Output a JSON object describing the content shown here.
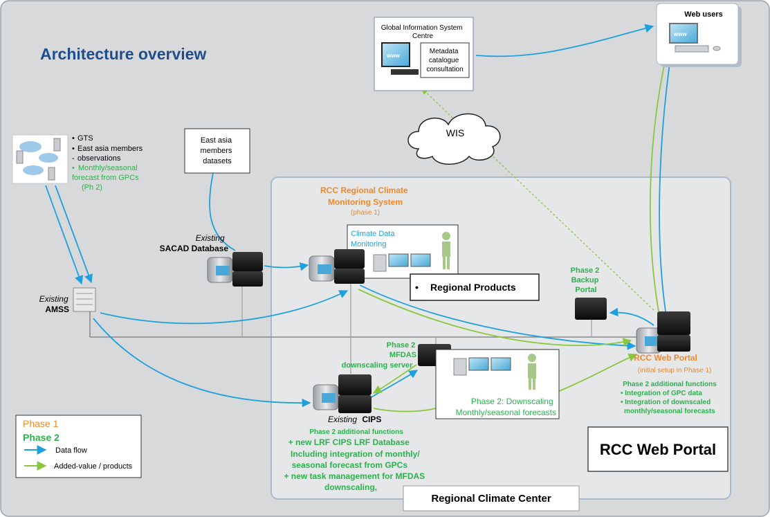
{
  "title": "Architecture overview",
  "colors": {
    "blue_flow": "#1ea0dc",
    "green_flow": "#8cc63f",
    "orange": "#f0882a",
    "green_text": "#2bb24c",
    "title_blue": "#1f4e8c",
    "bg": "#d8d9db",
    "region_bg": "#e6e7e9"
  },
  "sources": {
    "items": [
      "GTS",
      "East asia members",
      "observations"
    ],
    "green_item": "Monthly/seasonal forecast from GPCs (Ph 2)",
    "green_lines": [
      "Monthly/seasonal",
      "forecast from GPCs",
      "(Ph 2)"
    ]
  },
  "datasets_box": [
    "East asia",
    "members",
    "datasets"
  ],
  "gisc": {
    "title_lines": [
      "Global Information System",
      "Centre"
    ],
    "catalogue_lines": [
      "Metadata",
      "catalogue",
      "consultation"
    ]
  },
  "wis": "WIS",
  "web_users": "Web users",
  "sacad": {
    "existing": "Existing",
    "name": "SACAD Database"
  },
  "amss": {
    "existing": "Existing",
    "name": "AMSS"
  },
  "rcms": {
    "title_lines": [
      "RCC Regional Climate",
      "Monitoring System"
    ],
    "phase": "(phase 1)"
  },
  "cdm": [
    "Climate Data",
    "Monitoring"
  ],
  "regional_products": "Regional Products",
  "backup": [
    "Phase 2",
    "Backup",
    "Portal"
  ],
  "mfdas": [
    "Phase 2",
    "MFDAS",
    "downscaling server"
  ],
  "downscaling": [
    "Phase 2: Downscaling",
    "Monthly/seasonal forecasts"
  ],
  "cips": {
    "existing": "Existing",
    "name": "CIPS",
    "functions_title": "Phase 2 additional functions",
    "functions": [
      "+ new LRF CIPS LRF Database",
      "Including integration of monthly/",
      "seasonal forecast from GPCs",
      "+ new task management for MFDAS",
      "downscaling,"
    ]
  },
  "web_portal": {
    "name": "RCC Web Portal",
    "note": "(initial setup in Phase 1)",
    "functions_title": "Phase 2 additional functions",
    "functions": [
      "• Integration of GPC data",
      "• Integration of downscaled",
      "monthly/seasonal forecasts"
    ]
  },
  "big_label": "RCC Web Portal",
  "rcc_label": "Regional Climate Center",
  "legend": {
    "phase1": "Phase 1",
    "phase2": "Phase 2",
    "data_flow": "Data flow",
    "added_value": "Added-value / products"
  }
}
